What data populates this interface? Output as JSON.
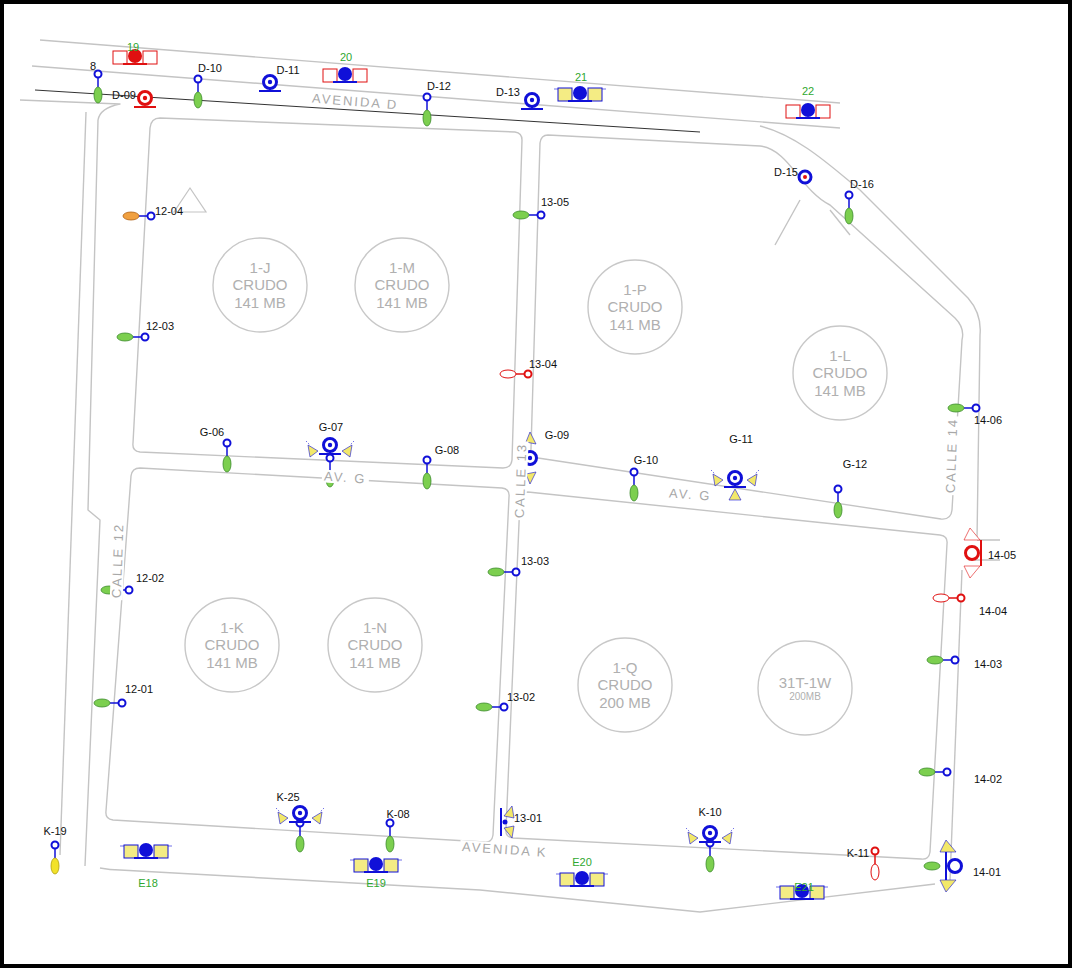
{
  "diagram": {
    "nodes": [
      {
        "text": [
          "1-J CRUDO 141 MB"
        ]
      },
      {
        "text": [
          "1-M CRUDO 141 MB"
        ]
      },
      {
        "text": [
          "1-P CRUDO 141 MB"
        ]
      },
      {
        "text": [
          "1-L CRUDO 141 MB"
        ]
      },
      {
        "text": [
          "1-K CRUDO 141 MB"
        ]
      },
      {
        "text": [
          "1-N CRUDO 141 MB"
        ]
      },
      {
        "text": [
          "1-Q CRUDO 200 MB"
        ]
      },
      {
        "text": [
          "31T-1W",
          "200MB"
        ]
      }
    ],
    "labels": [
      "19",
      "8",
      "D-09",
      "D-10",
      "D-11",
      "20",
      "D-12",
      "D-13",
      "21",
      "22",
      "AVENIDA D",
      "D-15",
      "D-16",
      "12-04",
      "13-05",
      "12-03",
      "13-04",
      "14-06",
      "CALLE 14",
      "G-06",
      "G-07",
      "G-08",
      "G-09",
      "G-10",
      "G-11",
      "G-12",
      "AV. G",
      "AV. G",
      "CALLE 13",
      "13-03",
      "14-05",
      "12-02",
      "14-04",
      "14-03",
      "12-01",
      "13-02",
      "14-02",
      "K-25",
      "K-08",
      "13-01",
      "K-10",
      "K-11",
      "AVENIDA K",
      "E20",
      "14-01",
      "K-19",
      "E18",
      "E19",
      "E21",
      "CALLE 12"
    ]
  }
}
